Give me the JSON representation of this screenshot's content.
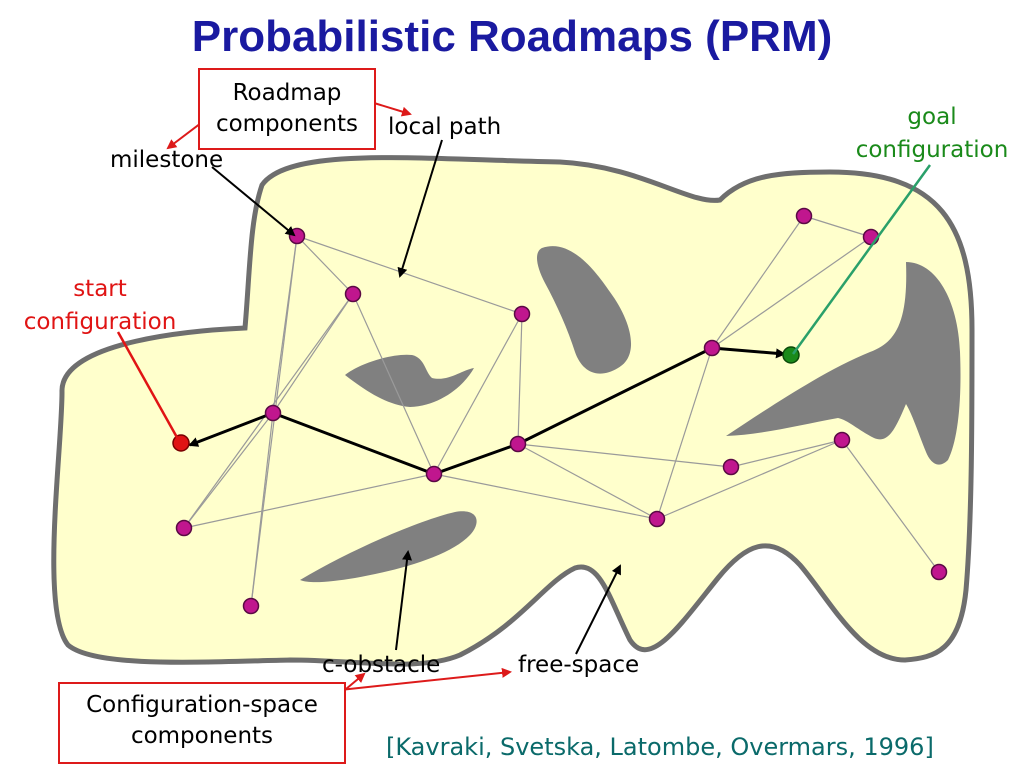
{
  "title": "Probabilistic Roadmaps (PRM)",
  "labels": {
    "roadmap_components": [
      "Roadmap",
      "components"
    ],
    "local_path": "local path",
    "milestone": "milestone",
    "start_configuration": [
      "start",
      "configuration"
    ],
    "goal_configuration": [
      "goal",
      "configuration"
    ],
    "c_obstacle": "c-obstacle",
    "free_space": "free-space",
    "configuration_space_components": [
      "Configuration-space",
      "components"
    ]
  },
  "citation": "[Kavraki, Svetska, Latombe, Overmars, 1996]",
  "colors": {
    "title": "#1a1aa0",
    "free_space": "#ffffcc",
    "obstacle": "#808080",
    "milestone": "#c0168e",
    "start": "#e01414",
    "goal": "#1a8a1a",
    "label_box": "#dd1a1a",
    "citation": "#0a6a6a"
  }
}
